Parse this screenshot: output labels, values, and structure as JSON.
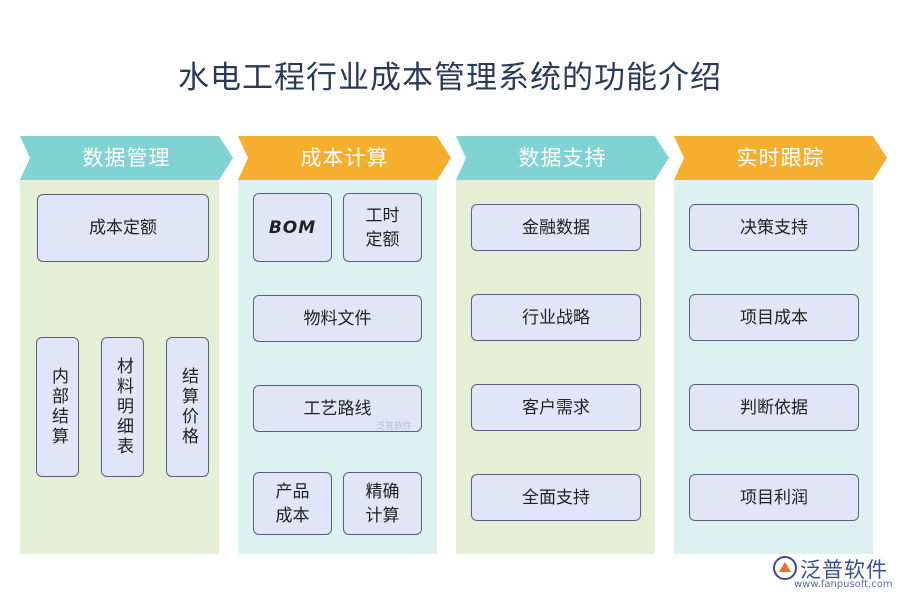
{
  "title": "水电工程行业成本管理系统的功能介绍",
  "colors": {
    "teal": "#7fd3d3",
    "orange": "#f5ae2e",
    "panel_green": "#e6efd6",
    "panel_cyan": "#dcf2f1",
    "box_fill": "#e1e5f7",
    "box_border": "#55627f"
  },
  "columns": [
    {
      "label": "数据管理",
      "items": [
        "成本定额",
        "内部结算",
        "材料明细表",
        "结算价格"
      ]
    },
    {
      "label": "成本计算",
      "items": [
        "BOM",
        "工时定额",
        "物料文件",
        "工艺路线",
        "产品成本",
        "精确计算"
      ]
    },
    {
      "label": "数据支持",
      "items": [
        "金融数据",
        "行业战略",
        "客户需求",
        "全面支持"
      ]
    },
    {
      "label": "实时跟踪",
      "items": [
        "决策支持",
        "项目成本",
        "判断依据",
        "项目利润"
      ]
    }
  ],
  "watermark": "泛普软件",
  "logo": {
    "icon": "fanpu-logo-icon",
    "name": "泛普软件",
    "url": "www.fanpusoft.com"
  }
}
